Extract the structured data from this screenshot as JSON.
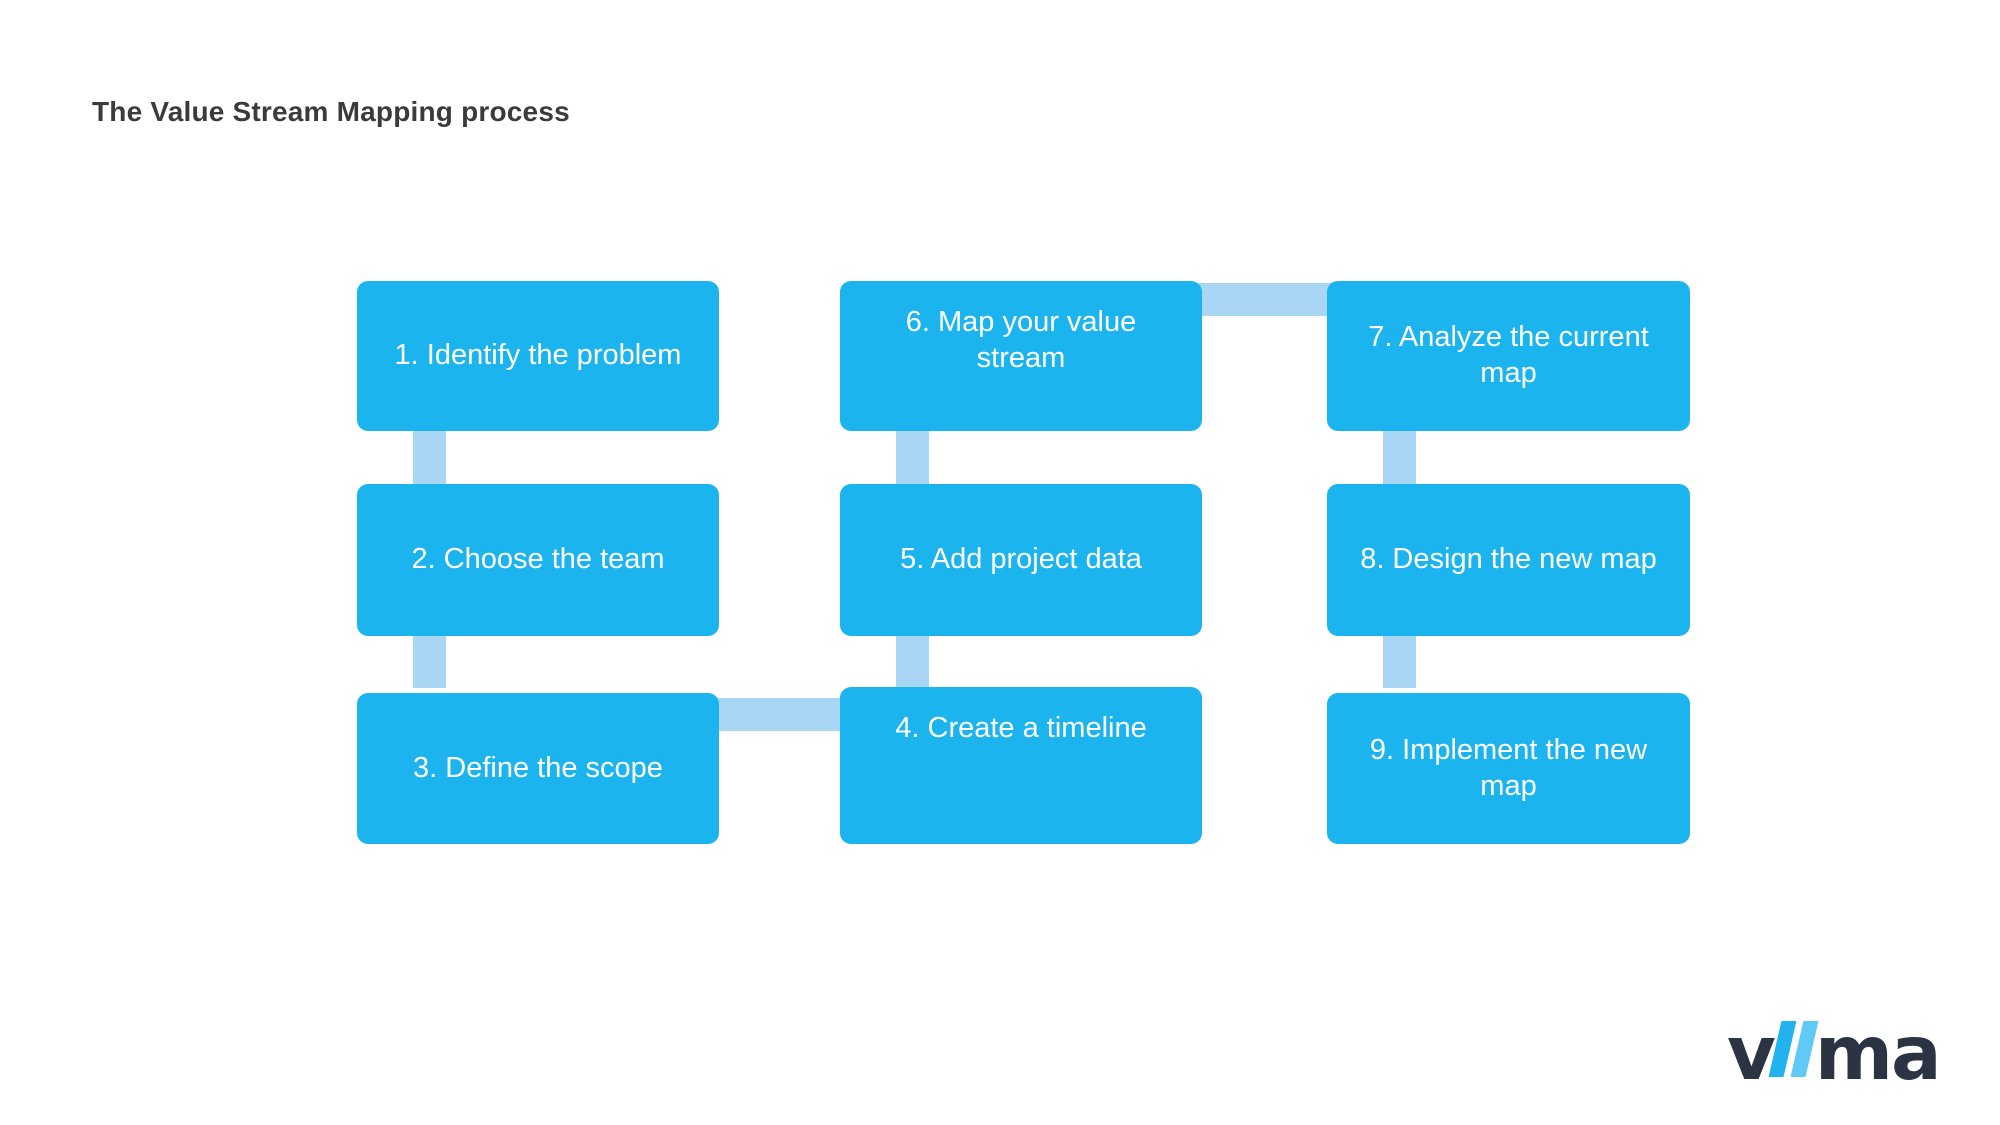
{
  "slide": {
    "title": "The Value Stream Mapping process",
    "background_color": "#ffffff",
    "title_color": "#3b3b3b"
  },
  "theme": {
    "box_color": "#1bb4ef",
    "connector_color": "#a9d6f5",
    "box_text_color": "#ffffff",
    "logo_dark_color": "#2c3444",
    "logo_accent_color": "#21b2ef",
    "logo_accent_light_color": "#61c9f5"
  },
  "diagram": {
    "type": "process-flow",
    "steps": [
      {
        "number": "1",
        "label": "1. Identify the problem",
        "column": 1,
        "row": 1
      },
      {
        "number": "2",
        "label": "2. Choose the team",
        "column": 1,
        "row": 2
      },
      {
        "number": "3",
        "label": "3. Define the scope",
        "column": 1,
        "row": 3
      },
      {
        "number": "4",
        "label": "4. Create a timeline",
        "column": 2,
        "row": 3
      },
      {
        "number": "5",
        "label": "5. Add project data",
        "column": 2,
        "row": 2
      },
      {
        "number": "6",
        "label": "6. Map your value stream",
        "column": 2,
        "row": 1
      },
      {
        "number": "7",
        "label": "7. Analyze the current map",
        "column": 3,
        "row": 1
      },
      {
        "number": "8",
        "label": "8. Design the new map",
        "column": 3,
        "row": 2
      },
      {
        "number": "9",
        "label": "9. Implement the new map",
        "column": 3,
        "row": 3
      }
    ],
    "connectors": [
      {
        "from": "1",
        "to": "2",
        "orientation": "vertical"
      },
      {
        "from": "2",
        "to": "3",
        "orientation": "vertical"
      },
      {
        "from": "3",
        "to": "4",
        "orientation": "horizontal"
      },
      {
        "from": "4",
        "to": "5",
        "orientation": "vertical"
      },
      {
        "from": "5",
        "to": "6",
        "orientation": "vertical"
      },
      {
        "from": "6",
        "to": "7",
        "orientation": "horizontal"
      },
      {
        "from": "7",
        "to": "8",
        "orientation": "vertical"
      },
      {
        "from": "8",
        "to": "9",
        "orientation": "vertical"
      }
    ]
  },
  "logo": {
    "text_before": "v",
    "text_after": "ma",
    "name": "viima"
  }
}
